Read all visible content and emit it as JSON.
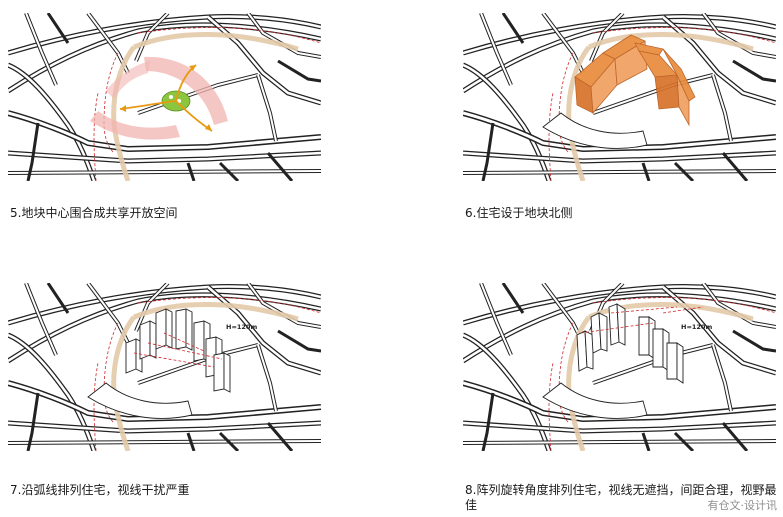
{
  "panels": [
    {
      "caption": "5.地块中心围合成共享开放空间"
    },
    {
      "caption": "6.住宅设于地块北侧"
    },
    {
      "caption": "7.沿弧线排列住宅，视线干扰严重",
      "height_label": "H=120m"
    },
    {
      "caption": "8.阵列旋转角度排列住宅，视线无遮挡，间距合理，视野最佳",
      "height_label": "H=120m"
    }
  ],
  "watermark": "有仓文·设计讯",
  "colors": {
    "road": "#222222",
    "open_space": "#f2b4b0",
    "flow_arrow": "#e89a12",
    "green_core": "#8cc63f",
    "residential": "#e98b3c",
    "path": "#e3c9a8",
    "redline": "#d0282c"
  }
}
